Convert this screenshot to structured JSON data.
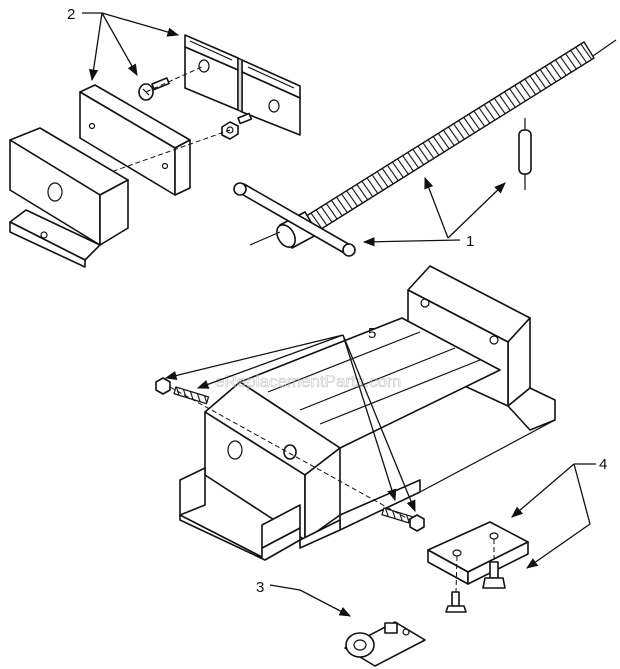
{
  "callouts": [
    {
      "id": "1",
      "label": "1"
    },
    {
      "id": "2",
      "label": "2"
    },
    {
      "id": "3",
      "label": "3"
    },
    {
      "id": "4",
      "label": "4"
    },
    {
      "id": "5",
      "label": "5"
    }
  ],
  "watermark": "eReplacementParts.com"
}
